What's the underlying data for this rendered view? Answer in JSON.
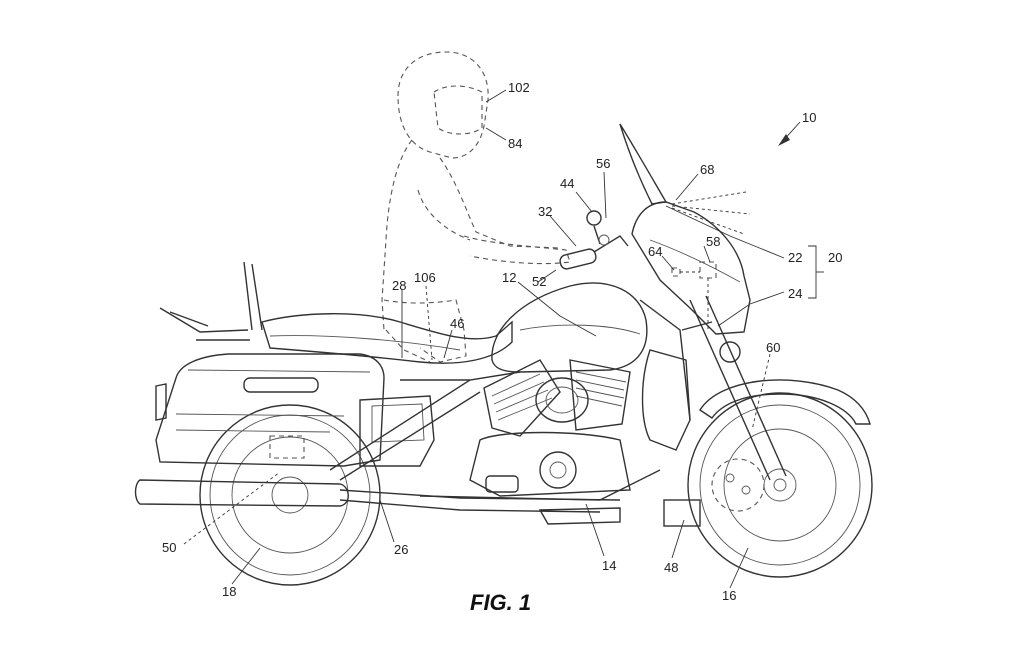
{
  "figure": {
    "caption": "FIG. 1"
  },
  "reference_numerals": {
    "r10": "10",
    "r102": "102",
    "r84": "84",
    "r56": "56",
    "r68": "68",
    "r44": "44",
    "r32": "32",
    "r58": "58",
    "r64": "64",
    "r22": "22",
    "r20": "20",
    "r24": "24",
    "r12": "12",
    "r52": "52",
    "r28": "28",
    "r106": "106",
    "r46": "46",
    "r60": "60",
    "r50": "50",
    "r26": "26",
    "r14": "14",
    "r48": "48",
    "r18": "18",
    "r16": "16"
  }
}
